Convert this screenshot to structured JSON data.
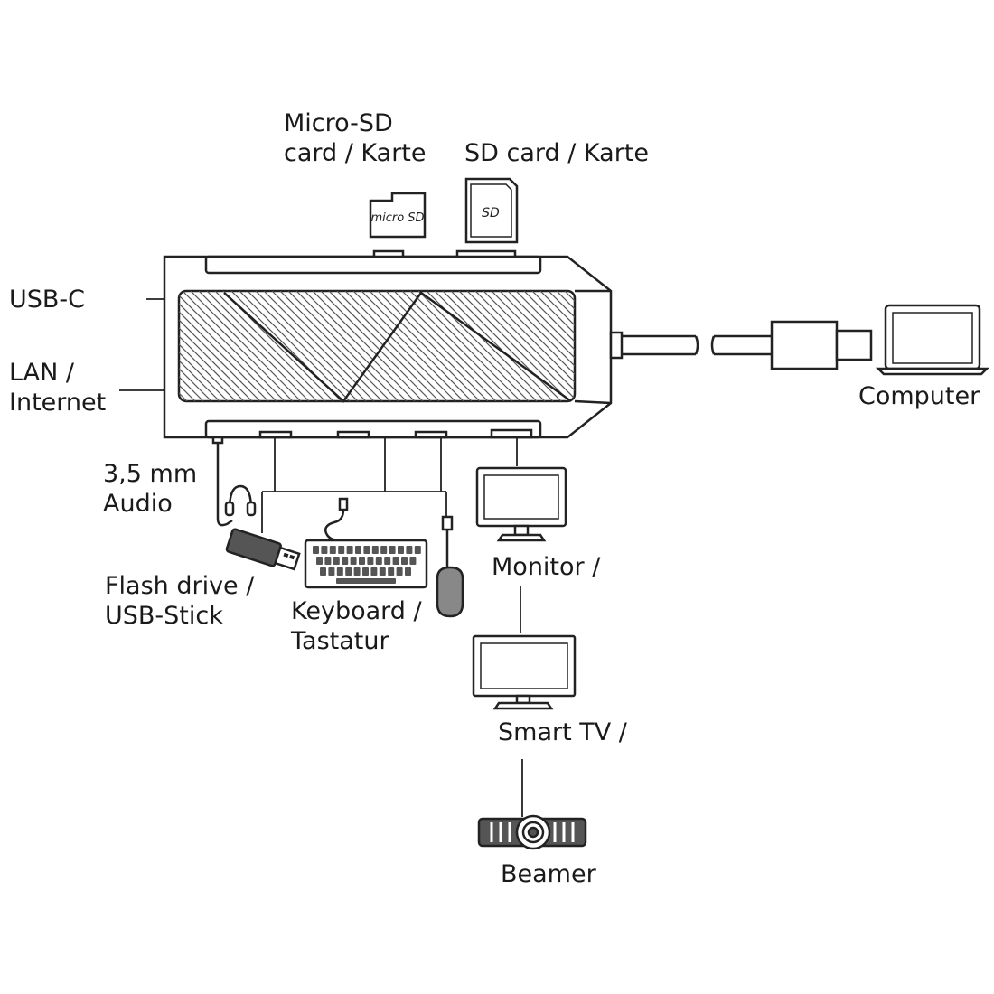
{
  "labels": {
    "micro_sd": [
      "Micro-SD",
      "card / Karte"
    ],
    "sd_card": [
      "SD card / Karte"
    ],
    "usb_c": [
      "USB-C"
    ],
    "lan": [
      "LAN /",
      "Internet"
    ],
    "computer": [
      "Computer"
    ],
    "audio": [
      "3,5 mm",
      "Audio"
    ],
    "flash_drive": [
      "Flash drive /",
      "USB-Stick"
    ],
    "keyboard": [
      "Keyboard /",
      "Tastatur"
    ],
    "monitor": [
      "Monitor /"
    ],
    "smart_tv": [
      "Smart TV /"
    ],
    "beamer": [
      "Beamer"
    ]
  },
  "icons": {
    "micro_sd_card_text": "micro SD",
    "sd_card_text": "SD"
  },
  "colors": {
    "line": "#222222",
    "fill": "#ffffff",
    "hatch": "#444444",
    "text": "#1a1a1a"
  }
}
